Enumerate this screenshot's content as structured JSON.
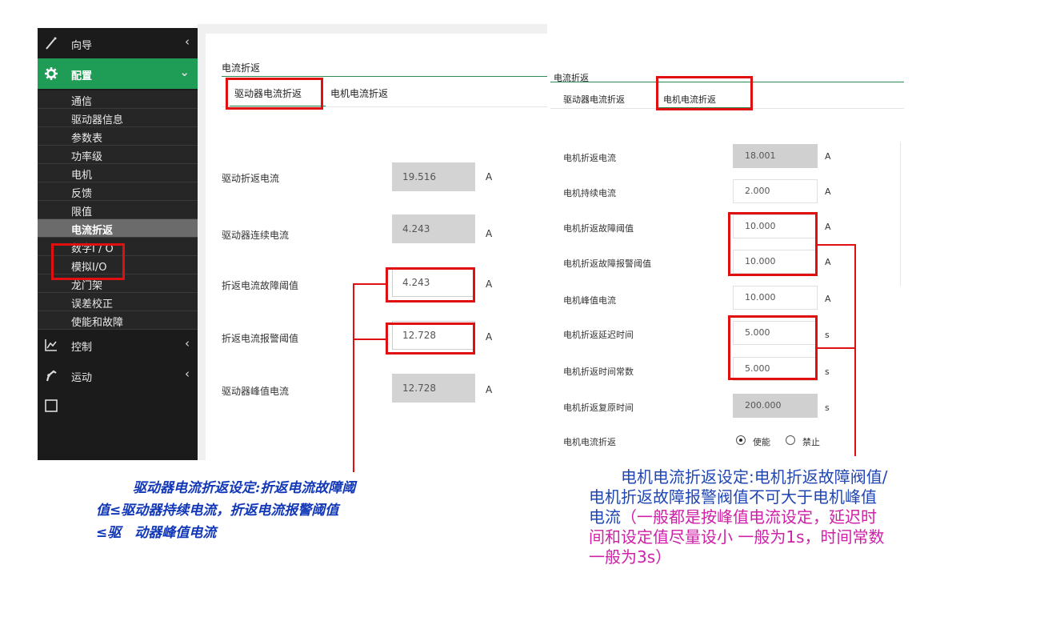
{
  "sidebar": {
    "nav_guide": "向导",
    "nav_config": "配置",
    "nav_control": "控制",
    "nav_motion": "运动",
    "config_items": [
      "通信",
      "驱动器信息",
      "参数表",
      "功率级",
      "电机",
      "反馈",
      "限值",
      "电流折返",
      "数字I / O",
      "模拟I/O",
      "龙门架",
      "误差校正",
      "使能和故障"
    ],
    "selected_item": "电流折返",
    "accent_color": "#1f9c56"
  },
  "left_panel": {
    "section_title": "电流折返",
    "tabs": [
      "驱动器电流折返",
      "电机电流折返"
    ],
    "active_tab": "驱动器电流折返",
    "fields": [
      {
        "label": "驱动折返电流",
        "value": "19.516",
        "unit": "A",
        "readonly": true
      },
      {
        "label": "驱动器连续电流",
        "value": "4.243",
        "unit": "A",
        "readonly": true
      },
      {
        "label": "折返电流故障阈值",
        "value": "4.243",
        "unit": "A",
        "readonly": false
      },
      {
        "label": "折返电流报警阈值",
        "value": "12.728",
        "unit": "A",
        "readonly": false
      },
      {
        "label": "驱动器峰值电流",
        "value": "12.728",
        "unit": "A",
        "readonly": true
      }
    ]
  },
  "right_panel": {
    "section_title": "电流折返",
    "tabs": [
      "驱动器电流折返",
      "电机电流折返"
    ],
    "active_tab": "电机电流折返",
    "fields": [
      {
        "label": "电机折返电流",
        "value": "18.001",
        "unit": "A",
        "readonly": true
      },
      {
        "label": "电机持续电流",
        "value": "2.000",
        "unit": "A",
        "readonly": false
      },
      {
        "label": "电机折返故障阈值",
        "value": "10.000",
        "unit": "A",
        "readonly": false
      },
      {
        "label": "电机折返故障报警阈值",
        "value": "10.000",
        "unit": "A",
        "readonly": false
      },
      {
        "label": "电机峰值电流",
        "value": "10.000",
        "unit": "A",
        "readonly": false
      },
      {
        "label": "电机折返延迟时间",
        "value": "5.000",
        "unit": "s",
        "readonly": false
      },
      {
        "label": "电机折返时间常数",
        "value": "5.000",
        "unit": "s",
        "readonly": false
      },
      {
        "label": "电机折返复原时间",
        "value": "200.000",
        "unit": "s",
        "readonly": true
      }
    ],
    "radio_label": "电机电流折返",
    "radio_options": [
      "使能",
      "禁止"
    ],
    "radio_selected": "使能"
  },
  "captions": {
    "left_line1": "驱动器电流折返设定:折返电流故障阈",
    "left_line2": "值≤驱动器持续电流，折返电流报警阈值",
    "left_line3": "≤驱　动器峰值电流",
    "right_blue_1": "电机电流折返设定:电机折返故障阀值/",
    "right_blue_2": "电机折返故障报警阀值不可大于电机峰值",
    "right_blue_3": "电流",
    "right_mag_1": "（一般都是按峰值电流设定，延迟时",
    "right_mag_2": "间和设定值尽量设小 一般为1s，时间常数",
    "right_mag_3": "一般为3s）"
  }
}
